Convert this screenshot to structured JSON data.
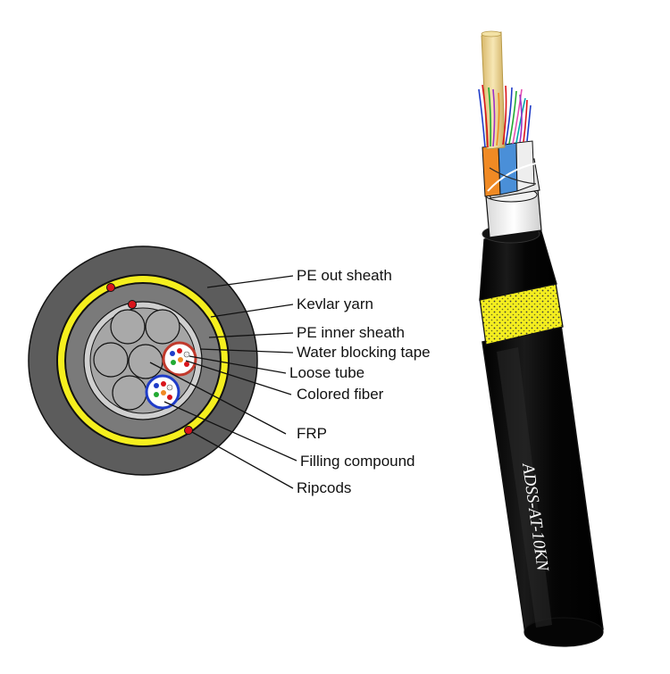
{
  "labels": {
    "pe_out_sheath": "PE out sheath",
    "kevlar_yarn": "Kevlar yarn",
    "pe_inner_sheath": "PE inner sheath",
    "water_blocking_tape": "Water blocking tape",
    "loose_tube": "Loose tube",
    "colored_fiber": "Colored fiber",
    "frp": "FRP",
    "filling_compound": "Filling compound",
    "ripcods": "Ripcods"
  },
  "cable_marking": "ADSS-AT-10KN",
  "colors": {
    "outer_sheath": "#5c5c5c",
    "kevlar": "#f5ef1e",
    "inner_sheath": "#7a7a7a",
    "water_tape": "#cfcfcf",
    "filler": "#a6a6a6",
    "jacket": "#060606",
    "ripcord": "#d9141b",
    "tube_red": "#c0392b",
    "tube_blue": "#1f3cc8",
    "tube_orange": "#f08a24",
    "tube_light_blue": "#4a8fd8"
  }
}
